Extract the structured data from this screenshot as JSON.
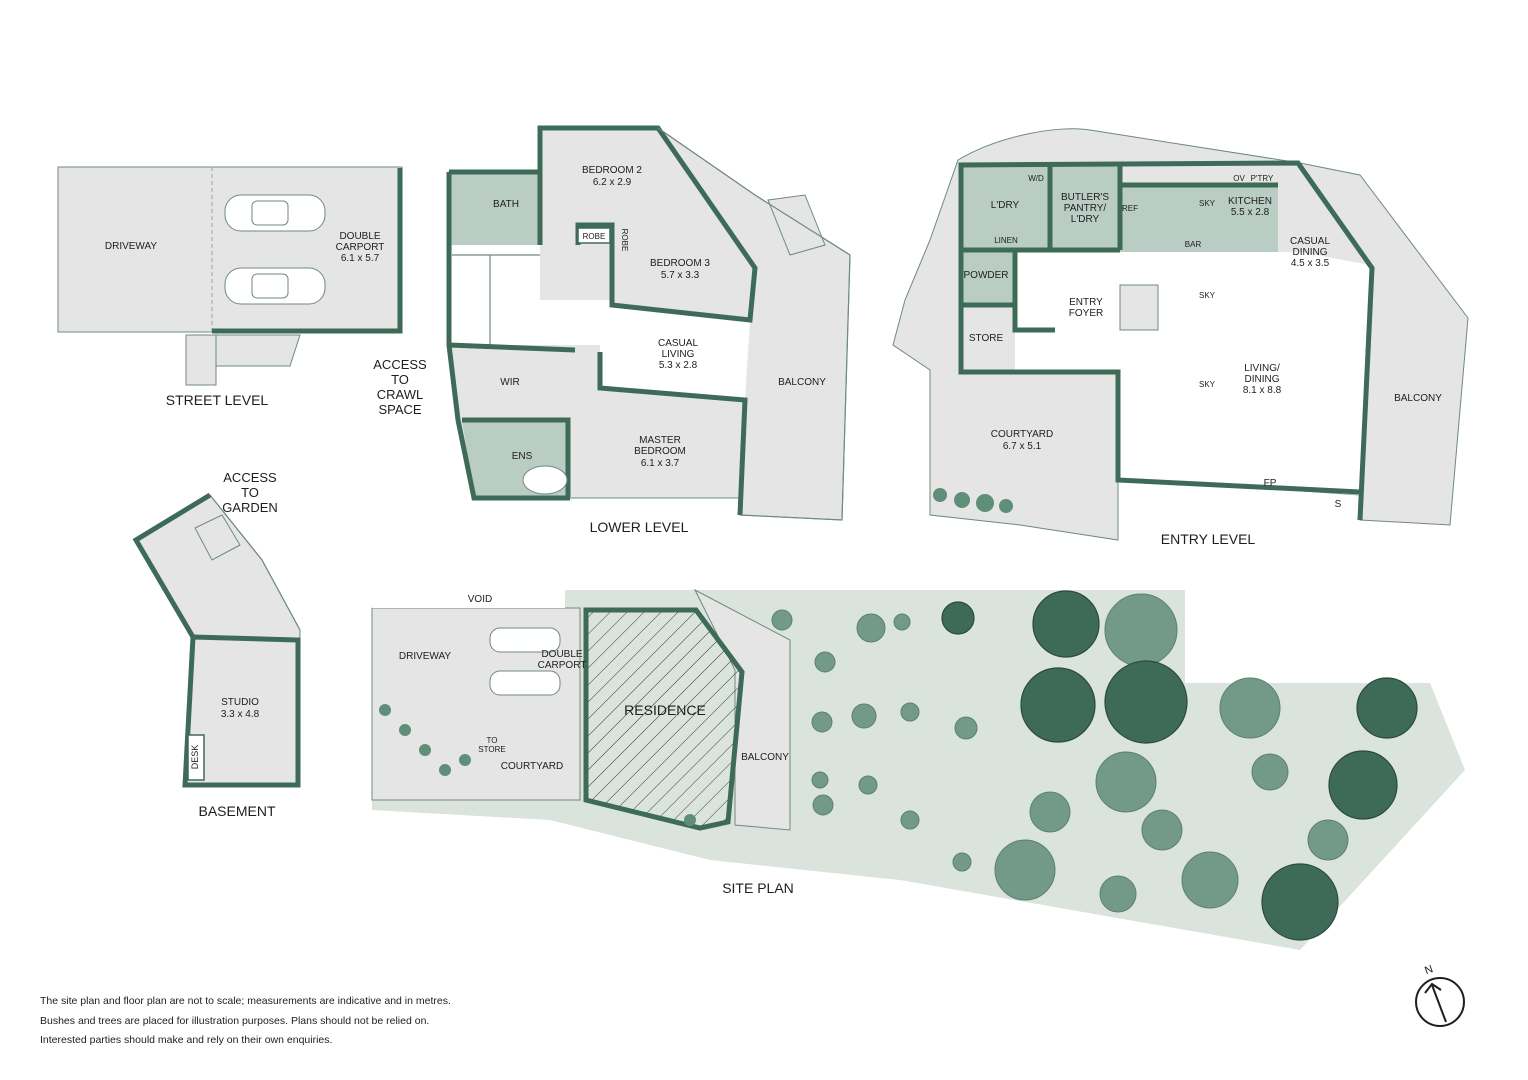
{
  "levels": {
    "street": "STREET LEVEL",
    "lower": "LOWER LEVEL",
    "entry": "ENTRY LEVEL",
    "basement": "BASEMENT",
    "site": "SITE PLAN"
  },
  "street": {
    "driveway": "DRIVEWAY",
    "carport_name": "DOUBLE",
    "carport_name2": "CARPORT",
    "carport_dim": "6.1 x 5.7"
  },
  "access_crawl": [
    "ACCESS",
    "TO",
    "CRAWL",
    "SPACE"
  ],
  "access_garden": [
    "ACCESS",
    "TO",
    "GARDEN"
  ],
  "lower": {
    "bath": "BATH",
    "bed2": "BEDROOM 2",
    "bed2_dim": "6.2 x 2.9",
    "robe": "ROBE",
    "bed3": "BEDROOM 3",
    "bed3_dim": "5.7 x 3.3",
    "casual_a": "CASUAL",
    "casual_b": "LIVING",
    "casual_dim": "5.3 x 2.8",
    "wir": "WIR",
    "ens": "ENS",
    "master_a": "MASTER",
    "master_b": "BEDROOM",
    "master_dim": "6.1 x 3.7",
    "balcony": "BALCONY"
  },
  "entry": {
    "ldry": "L'DRY",
    "wd": "W/D",
    "butler_a": "BUTLER'S",
    "butler_b": "PANTRY/",
    "butler_c": "L'DRY",
    "ov": "OV",
    "ptry": "P'TRY",
    "ref": "REF",
    "sky": "SKY",
    "kitchen": "KITCHEN",
    "kitchen_dim": "5.5 x 2.8",
    "bar": "BAR",
    "linen": "LINEN",
    "casual_a": "CASUAL",
    "casual_b": "DINING",
    "casual_dim": "4.5 x 3.5",
    "powder": "POWDER",
    "foyer_a": "ENTRY",
    "foyer_b": "FOYER",
    "store": "STORE",
    "living_a": "LIVING/",
    "living_b": "DINING",
    "living_dim": "8.1 x 8.8",
    "courtyard": "COURTYARD",
    "courtyard_dim": "6.7 x 5.1",
    "fp": "FP",
    "s": "S",
    "balcony": "BALCONY"
  },
  "basement": {
    "studio": "STUDIO",
    "studio_dim": "3.3 x 4.8",
    "desk": "DESK"
  },
  "site": {
    "void": "VOID",
    "driveway": "DRIVEWAY",
    "carport_a": "DOUBLE",
    "carport_b": "CARPORT",
    "residence": "RESIDENCE",
    "to_store_a": "TO",
    "to_store_b": "STORE",
    "courtyard": "COURTYARD",
    "balcony": "BALCONY"
  },
  "compass": "N",
  "disclaimer": [
    "The site plan and floor plan are not to scale; measurements are indicative and in metres.",
    "Bushes and trees are placed for illustration purposes. Plans should not be relied on.",
    "Interested parties should make and rely on their own enquiries."
  ]
}
